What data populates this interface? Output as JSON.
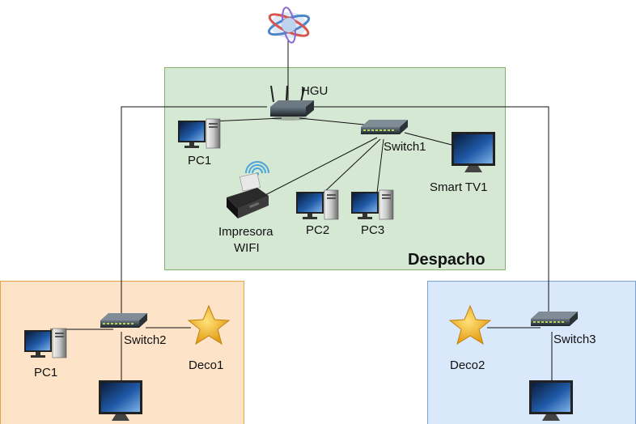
{
  "zones": {
    "despacho": {
      "label": "Despacho",
      "fill": "#d5e8d4",
      "stroke": "#82b366"
    },
    "left": {
      "fill": "#fde3c8",
      "stroke": "#e6a347"
    },
    "right": {
      "fill": "#dae8fc",
      "stroke": "#7c9fd3"
    }
  },
  "devices": {
    "hgu": "HGU",
    "pc1_office": "PC1",
    "switch1": "Switch1",
    "smart_tv1": "Smart TV1",
    "printer_line1": "Impresora",
    "printer_line2": "WIFI",
    "pc2": "PC2",
    "pc3": "PC3",
    "switch2": "Switch2",
    "pc1_left": "PC1",
    "deco1": "Deco1",
    "deco2": "Deco2",
    "switch3": "Switch3"
  },
  "colors": {
    "line": "#111111",
    "star": "#f2b51d",
    "screen": "#1f5aa8"
  }
}
